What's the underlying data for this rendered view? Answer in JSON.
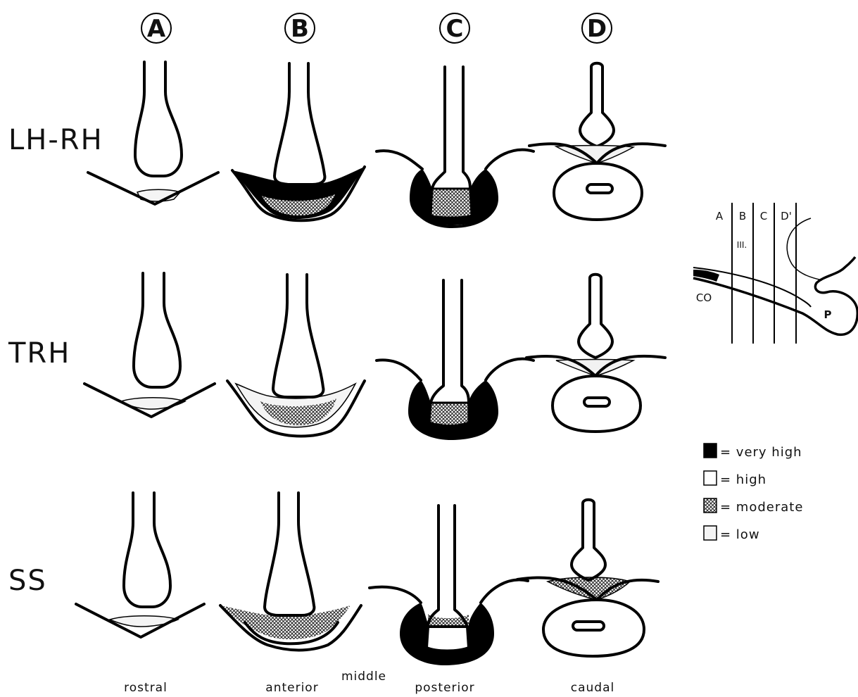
{
  "columns": {
    "a": "A",
    "b": "B",
    "c": "C",
    "d": "D"
  },
  "rows": {
    "lh_rh": "LH-RH",
    "trh": "TRH",
    "ss": "SS"
  },
  "positions": {
    "rostral": "rostral",
    "anterior": "anterior",
    "middle": "middle",
    "posterior": "posterior",
    "caudal": "caudal"
  },
  "legend": {
    "very_high": "= very high",
    "high": "= high",
    "moderate": "= moderate",
    "low": "= low"
  },
  "inset": {
    "a": "A",
    "b": "B",
    "c": "C",
    "d": "D'",
    "third_ventricle": "III.",
    "co": "CO",
    "p": "P"
  },
  "levels": {
    "lh_rh": {
      "A": "low",
      "B": "very high / moderate",
      "C": "very high / moderate",
      "D": "low"
    },
    "trh": {
      "A": "low",
      "B": "low / moderate",
      "C": "very high / moderate",
      "D": "low"
    },
    "ss": {
      "A": "low",
      "B": "moderate",
      "C": "very high / moderate",
      "D": "moderate"
    }
  }
}
